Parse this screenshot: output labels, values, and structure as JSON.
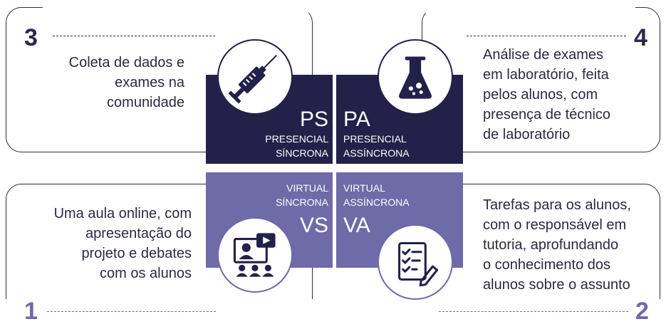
{
  "cards": {
    "top_left": {
      "number": "3",
      "text_lines": [
        "Coleta de dados e",
        "exames na",
        "comunidade"
      ]
    },
    "top_right": {
      "number": "4",
      "text_lines": [
        "Análise de exames",
        "em laboratório, feita",
        "pelos alunos, com",
        "presença de técnico",
        "de laboratório"
      ]
    },
    "bottom_left": {
      "number": "1",
      "text_lines": [
        "Uma aula online, com",
        "apresentação do",
        "projeto e debates",
        "com os alunos"
      ]
    },
    "bottom_right": {
      "number": "2",
      "text_lines": [
        "Tarefas para os alunos,",
        "com o responsável em",
        "tutoria, aprofundando",
        "o conhecimento dos",
        "alunos sobre o assunto"
      ]
    }
  },
  "quadrants": {
    "ps": {
      "code": "PS",
      "line1": "PRESENCIAL",
      "line2": "SÍNCRONA"
    },
    "pa": {
      "code": "PA",
      "line1": "PRESENCIAL",
      "line2": "ASSÍNCRONA"
    },
    "vs": {
      "code": "VS",
      "line1": "VIRTUAL",
      "line2": "SÍNCRONA"
    },
    "va": {
      "code": "VA",
      "line1": "VIRTUAL",
      "line2": "ASSÍNCRONA"
    }
  },
  "icons": {
    "ps": "syringe-icon",
    "pa": "flask-icon",
    "vs": "video-class-icon",
    "va": "checklist-icon"
  },
  "colors": {
    "dark": "#23204a",
    "light": "#6f6aa8",
    "outline": "#2b2a4a"
  }
}
